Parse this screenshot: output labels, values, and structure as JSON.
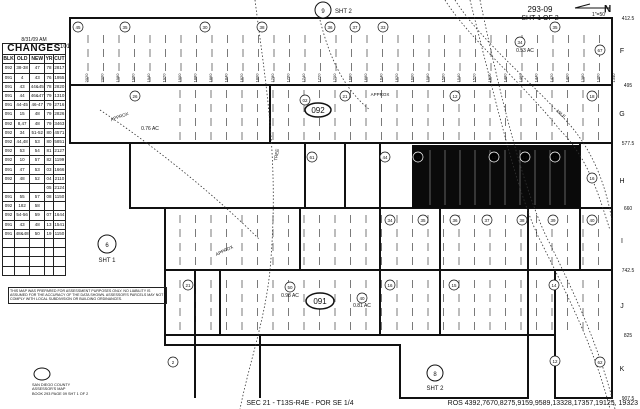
{
  "map": {
    "sheet_id": "293-09",
    "sheet_label": "SHT 1 OF 2",
    "scale": "1\"=50'",
    "north_arrow": "N",
    "footer_section": "SEC 21 - T13S-R4E - POR SE 1/4",
    "footer_ros": "ROS 4392,7670,8275,9159,9589,13328,17357,19125, 19323",
    "disclaimer": "THIS MAP WAS PREPARED FOR ASSESSMENT PURPOSES ONLY. NO LIABILITY IS ASSUMED FOR THE ACCURACY OF THE DATA SHOWN. ASSESSOR'S PARCELS MAY NOT COMPLY WITH LOCAL SUBDIVISION OR BUILDING ORDINANCES.",
    "county_label": [
      "SAN DIEGO COUNTY",
      "ASSESSOR'S MAP",
      "BOOK 293 PAGE 09 SHT 1 OF 2"
    ],
    "book_codes": [
      "092",
      "091"
    ],
    "road_label": "101",
    "sheet_refs": [
      {
        "num": "9",
        "label": "SHT 2"
      },
      {
        "num": "6",
        "label": "SHT 1"
      },
      {
        "num": "8",
        "label": "SHT 2"
      }
    ],
    "row_letters": [
      "F",
      "G",
      "H",
      "I",
      "J",
      "K"
    ],
    "row_distances": [
      "412.5",
      "495",
      "577.5",
      "660",
      "742.5",
      "825",
      "907.5"
    ],
    "acreage": [
      "0.53 AC",
      "0.76 AC",
      "0.98 AC",
      "0.81 AC"
    ],
    "top_lot_numbers": [
      "2020",
      "2000",
      "1980",
      "1960",
      "1940",
      "1920",
      "1900",
      "1880",
      "1860",
      "1840",
      "1820",
      "1800",
      "1780",
      "1760",
      "1740",
      "1720",
      "1700",
      "1680",
      "1660",
      "1640",
      "1620",
      "1600",
      "1580",
      "1560",
      "1540",
      "1520",
      "1500",
      "1480",
      "1460",
      "1440",
      "1420",
      "1400",
      "1380",
      "1360",
      "1340"
    ],
    "parcels_row1": [
      "45",
      "35",
      "30",
      "38",
      "36",
      "37",
      "33",
      "34",
      "35",
      "67"
    ],
    "parcels_row2": [
      "26",
      "02",
      "21",
      "12",
      "18"
    ],
    "parcels_row3": [
      "61",
      "44",
      "43",
      "13",
      "14",
      "15",
      "16"
    ],
    "parcels_row4": [
      "34",
      "35",
      "36",
      "37",
      "38",
      "39",
      "40"
    ],
    "parcels_row5": [
      "21",
      "50",
      "40",
      "16",
      "15",
      "14",
      "12",
      "62",
      "2"
    ],
    "notes": [
      "APPROX",
      "APPROX",
      "APPROX",
      "MILE",
      "TREE"
    ]
  },
  "changes": {
    "date": "8/31/09 AM",
    "title": "CHANGES",
    "columns": [
      "BLK",
      "OLD",
      "NEW",
      "YR",
      "CUT"
    ],
    "rows": [
      [
        "092",
        "38-38",
        "47",
        "78",
        "2817"
      ],
      [
        "091",
        "4",
        "43",
        "76",
        "1955"
      ],
      [
        "091",
        "43",
        "44&45",
        "78",
        "2820"
      ],
      [
        "091",
        "44",
        "46&47",
        "79",
        "1310"
      ],
      [
        "091",
        "44-45",
        "46-47",
        "79",
        "2716"
      ],
      [
        "091",
        "15",
        "48",
        "79",
        "2826"
      ],
      [
        "092",
        "8,47",
        "48",
        "79",
        "3463"
      ],
      [
        "092",
        "34",
        "51-52",
        "80",
        "4571"
      ],
      [
        "092",
        "44,48",
        "53",
        "80",
        "5851"
      ],
      [
        "092",
        "53",
        "54",
        "81",
        "2127"
      ],
      [
        "092",
        "10",
        "57",
        "82",
        "1199"
      ],
      [
        "091",
        "47",
        "53",
        "03",
        "1666"
      ],
      [
        "092",
        "48",
        "52",
        "04",
        "2110"
      ],
      [
        "",
        "",
        "",
        "05",
        "2124"
      ],
      [
        "091",
        "55",
        "57",
        "08",
        "1150"
      ],
      [
        "092",
        "182",
        "58",
        "",
        ""
      ],
      [
        "092",
        "54-56",
        "59",
        "07",
        "1644"
      ],
      [
        "091",
        "43",
        "48",
        "13",
        "1541"
      ],
      [
        "091",
        "48&48",
        "50",
        "19",
        "1150"
      ],
      [
        "",
        "",
        "",
        "",
        ""
      ],
      [
        "",
        "",
        "",
        "",
        ""
      ],
      [
        "",
        "",
        "",
        "",
        ""
      ],
      [
        "",
        "",
        "",
        "",
        ""
      ]
    ]
  },
  "colors": {
    "ink": "#111111",
    "paper": "#ffffff",
    "highlight": "#0a0a0a"
  }
}
